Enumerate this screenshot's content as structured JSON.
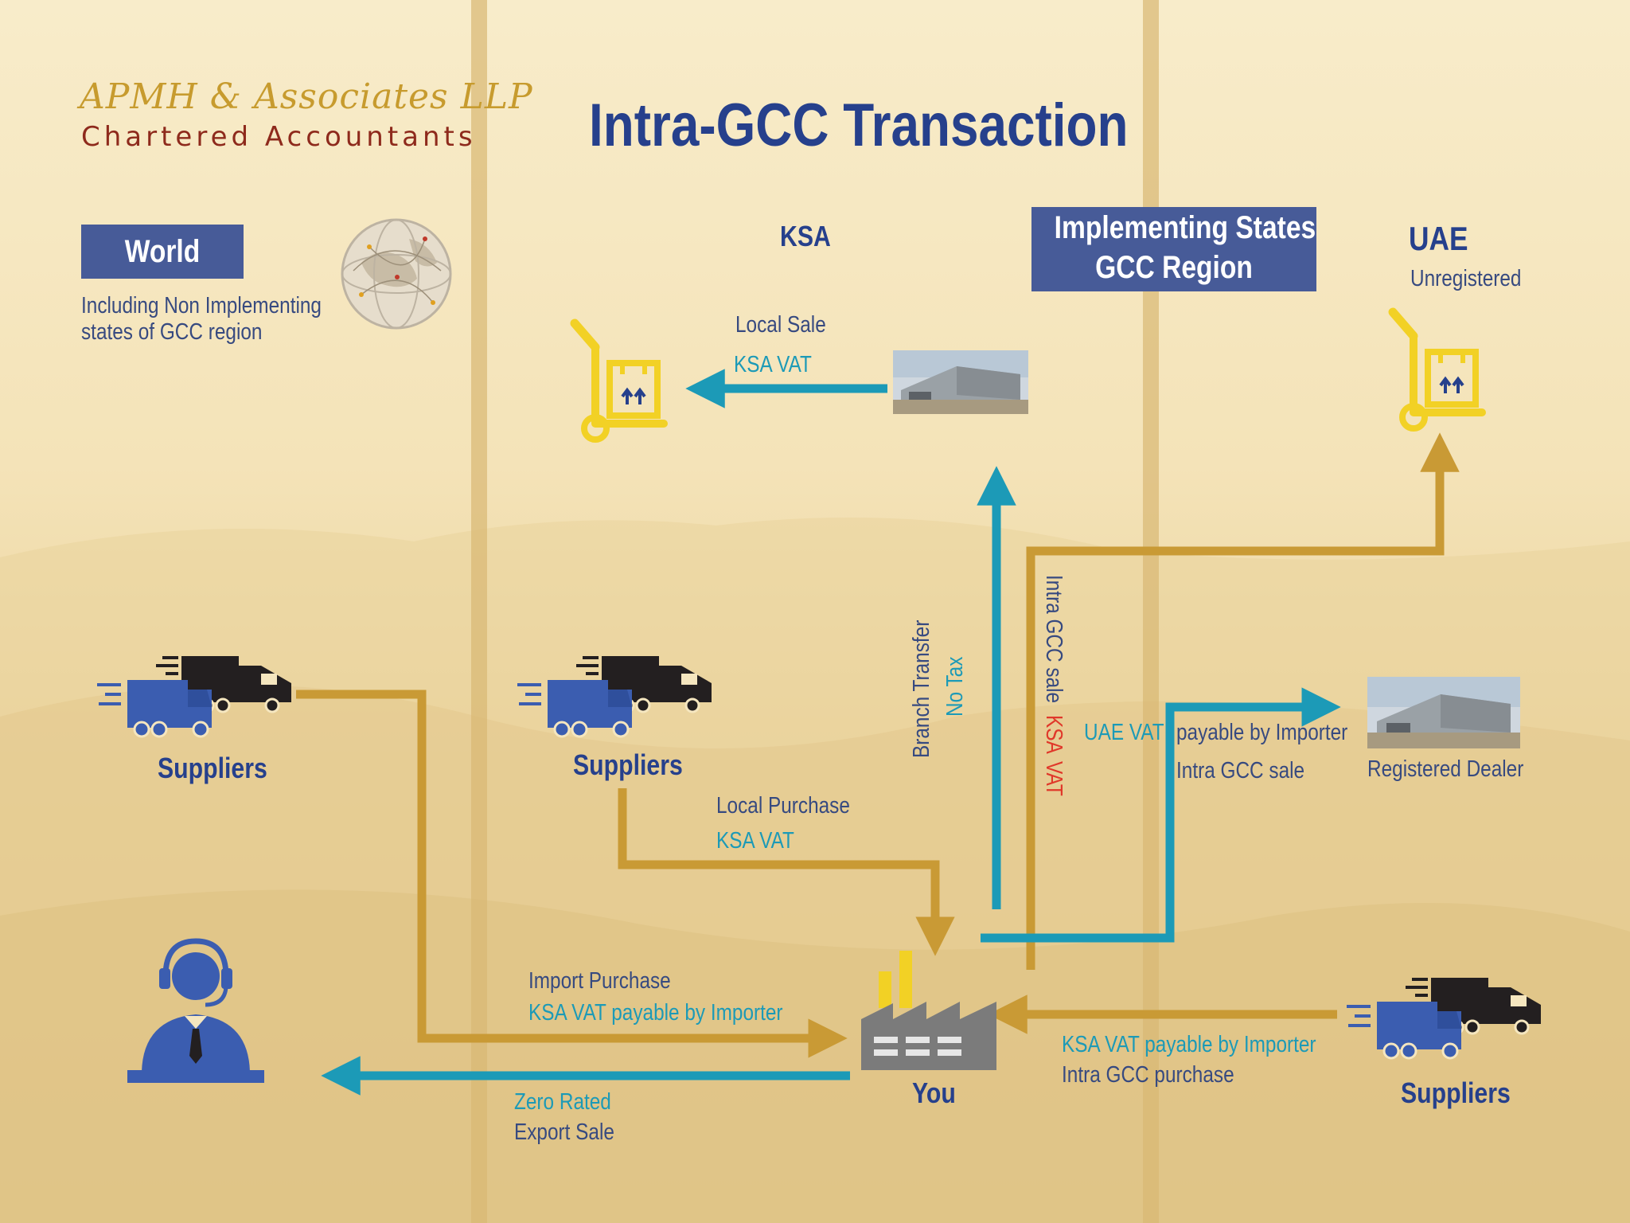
{
  "brand": {
    "name": "APMH & Associates LLP",
    "subtitle": "Chartered Accountants"
  },
  "title": "Intra-GCC Transaction",
  "regions": {
    "world": {
      "label": "World",
      "description_line1": "Including Non Implementing",
      "description_line2": "states of GCC region"
    },
    "ksa": {
      "label": "KSA"
    },
    "gcc": {
      "line1": "Implementing States",
      "line2": "GCC Region"
    },
    "uae": {
      "label": "UAE",
      "sublabel": "Unregistered"
    }
  },
  "nodes": {
    "suppliers_world": "Suppliers",
    "suppliers_ksa": "Suppliers",
    "suppliers_gcc": "Suppliers",
    "you": "You",
    "registered_dealer": "Registered Dealer"
  },
  "flows": {
    "local_sale": {
      "line1": "Local Sale",
      "line2": "KSA VAT"
    },
    "local_purchase": {
      "line1": "Local Purchase",
      "line2": "KSA VAT"
    },
    "import_purchase": {
      "line1": "Import Purchase",
      "line2": "KSA VAT payable by Importer"
    },
    "export_sale": {
      "line1": "Zero Rated",
      "line2": "Export Sale"
    },
    "gcc_purchase": {
      "line1": "KSA VAT payable by Importer",
      "line2": "Intra GCC purchase"
    },
    "branch_transfer": {
      "line1": "Branch Transfer",
      "line2": "No Tax"
    },
    "gcc_sale_unregistered": {
      "line1": "Intra GCC sale",
      "line2": "KSA",
      "line3": "VAT"
    },
    "gcc_sale_registered": {
      "part1": "UAE VAT",
      "part2": "payable by Importer",
      "line2": "Intra GCC sale"
    }
  },
  "colors": {
    "title_blue": "#26408c",
    "box_blue": "#475b98",
    "flow_gold": "#c99a35",
    "flow_teal": "#1c9ab7",
    "vat_red": "#e0382a",
    "brand_gold": "#c79b2e",
    "brand_red": "#8e2a1c",
    "cart_yellow": "#f2d125"
  },
  "icons": {
    "globe": "globe-icon",
    "trolley": "hand-trolley-icon",
    "truck": "delivery-truck-icon",
    "warehouse": "warehouse-icon",
    "factory": "factory-icon",
    "customer": "customer-agent-icon"
  }
}
